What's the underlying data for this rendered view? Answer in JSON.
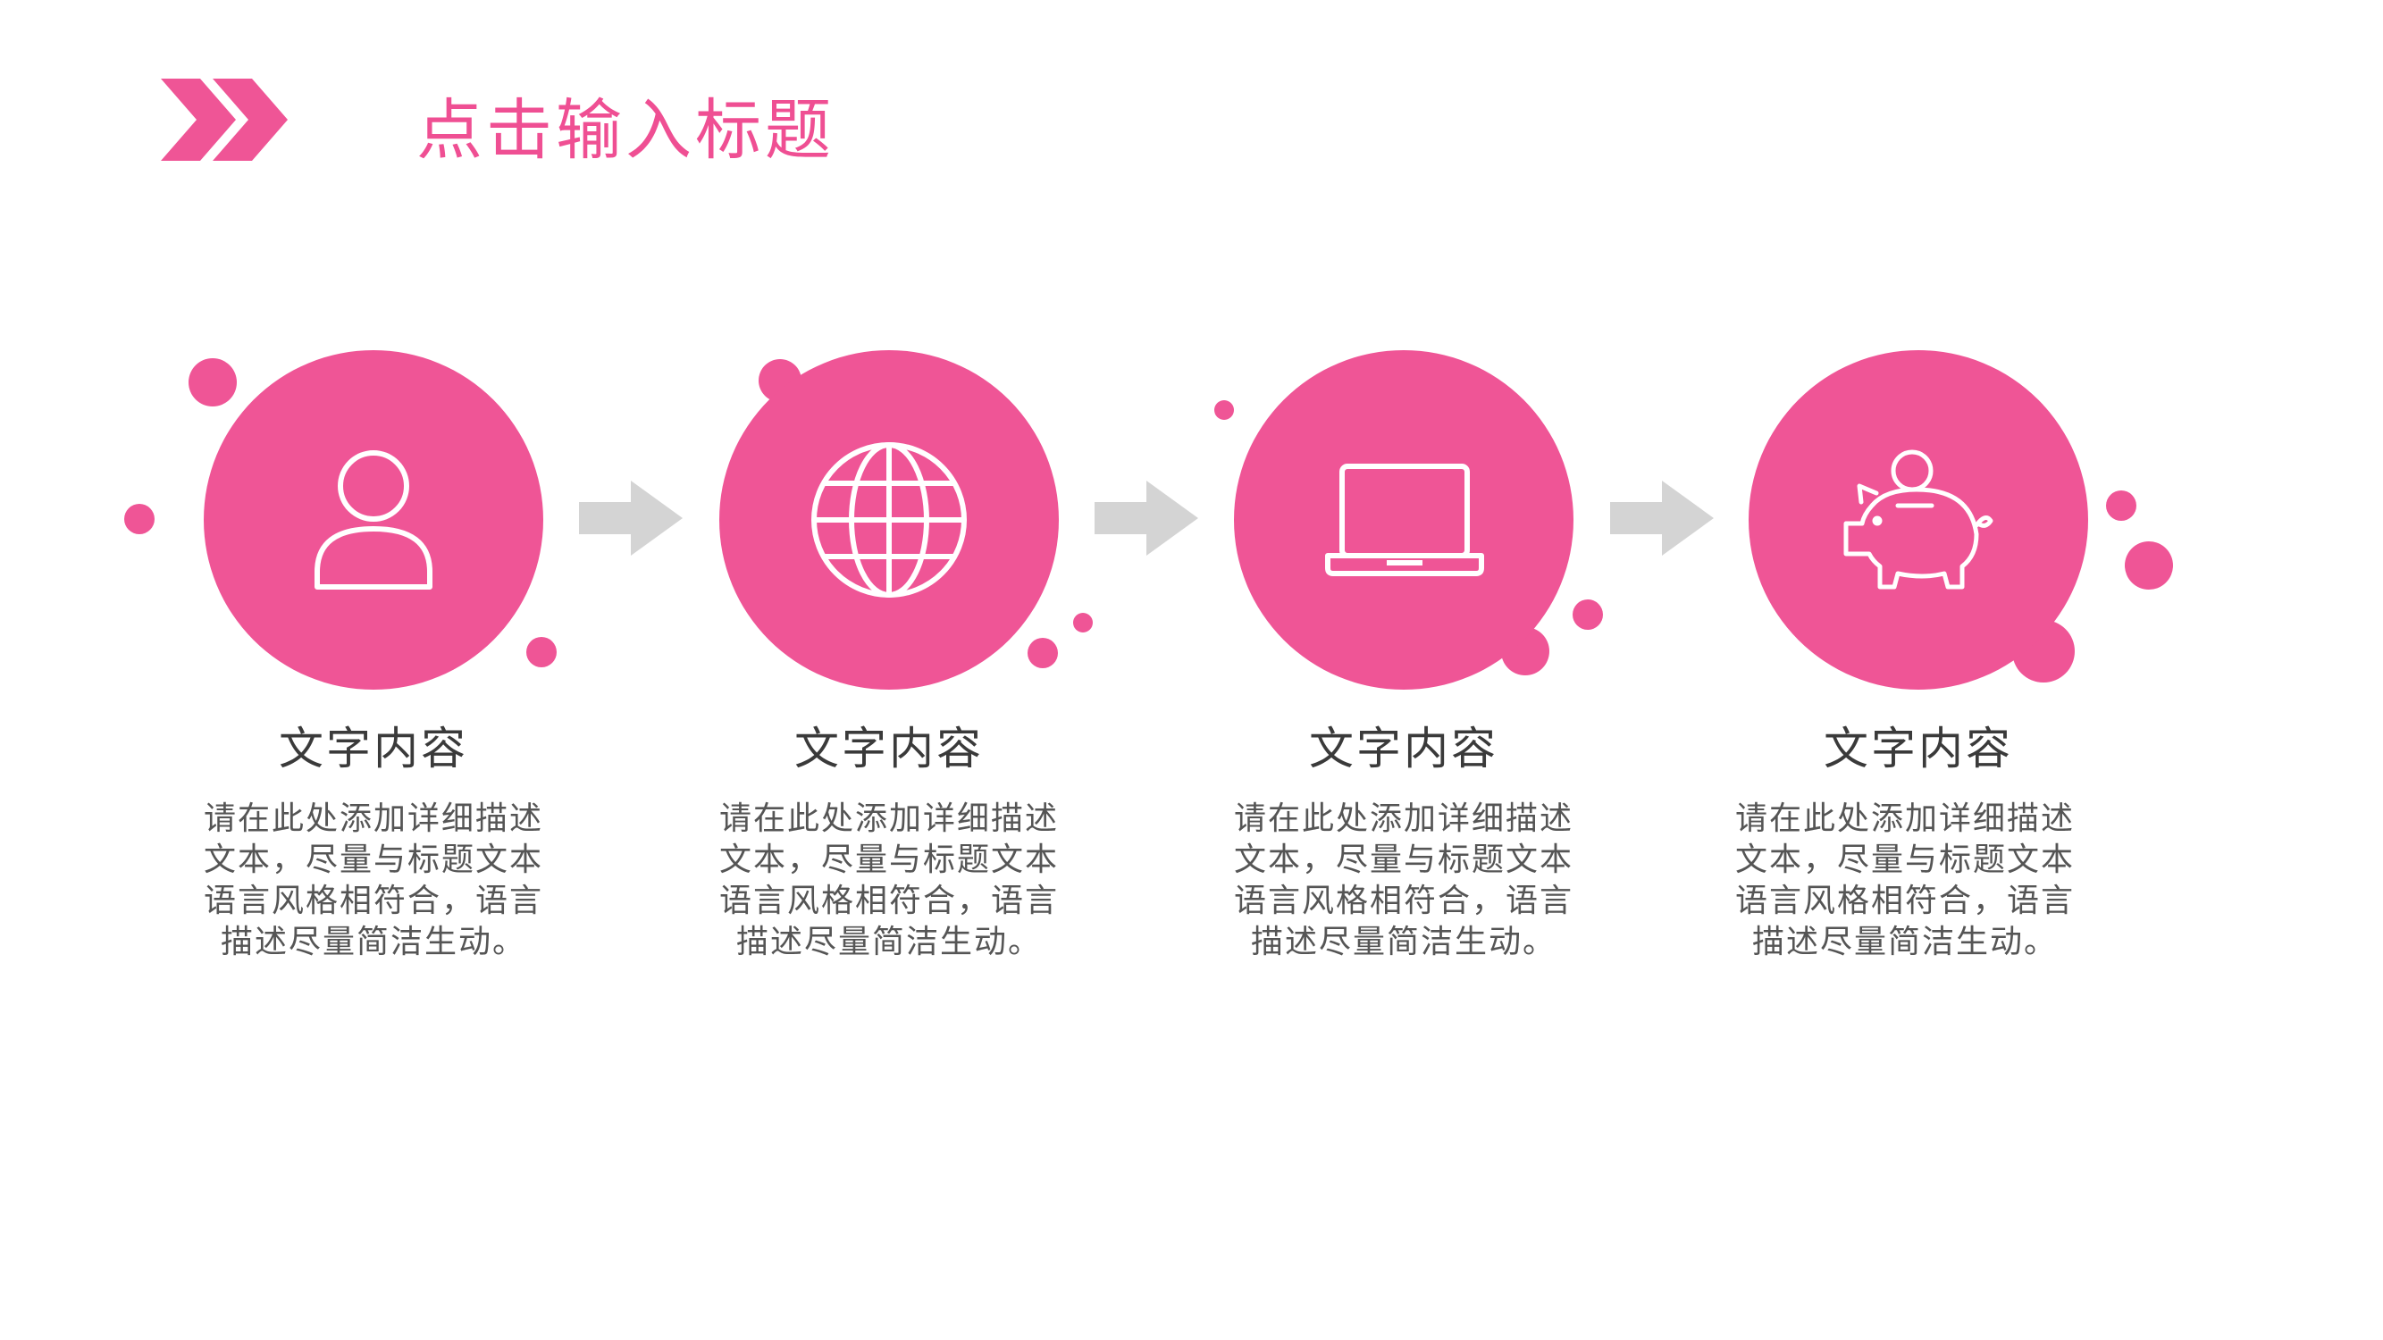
{
  "header": {
    "title": "点击输入标题"
  },
  "colors": {
    "accent": "#ef5596",
    "arrow": "#d4d4d4",
    "title_text": "#3a3a3a",
    "body_text": "#555555"
  },
  "steps": [
    {
      "icon": "user-icon",
      "title": "文字内容",
      "desc": [
        "请在此处添加详细描述",
        "文本，尽量与标题文本",
        "语言风格相符合，语言",
        "描述尽量简洁生动。"
      ]
    },
    {
      "icon": "globe-icon",
      "title": "文字内容",
      "desc": [
        "请在此处添加详细描述",
        "文本，尽量与标题文本",
        "语言风格相符合，语言",
        "描述尽量简洁生动。"
      ]
    },
    {
      "icon": "laptop-icon",
      "title": "文字内容",
      "desc": [
        "请在此处添加详细描述",
        "文本，尽量与标题文本",
        "语言风格相符合，语言",
        "描述尽量简洁生动。"
      ]
    },
    {
      "icon": "piggy-bank-icon",
      "title": "文字内容",
      "desc": [
        "请在此处添加详细描述",
        "文本，尽量与标题文本",
        "语言风格相符合，语言",
        "描述尽量简洁生动。"
      ]
    }
  ]
}
